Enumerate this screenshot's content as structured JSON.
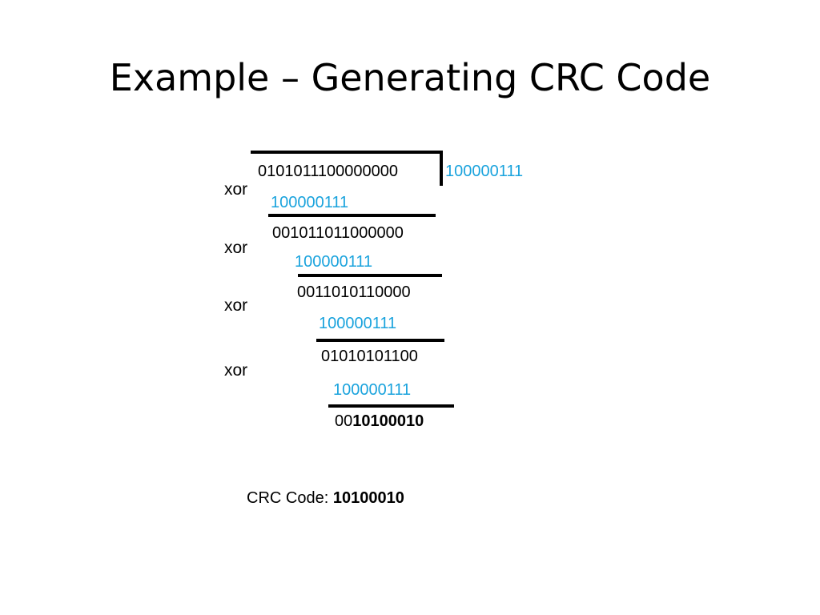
{
  "slide": {
    "title": "Example – Generating CRC Code"
  },
  "division": {
    "dividend": "0101011100000000",
    "divisor": "100000111",
    "xor_label": "xor",
    "steps": [
      {
        "subtrahend": "100000111",
        "result": "001011011000000"
      },
      {
        "subtrahend": "100000111",
        "result": "0011010110000"
      },
      {
        "subtrahend": "100000111",
        "result": "01010101100"
      },
      {
        "subtrahend": "100000111",
        "result_prefix": "00",
        "result_bold": "10100010"
      }
    ]
  },
  "crc": {
    "label": "CRC Code:",
    "value": "10100010"
  },
  "colors": {
    "divisor": "#1aa3dd",
    "text": "#000000"
  }
}
